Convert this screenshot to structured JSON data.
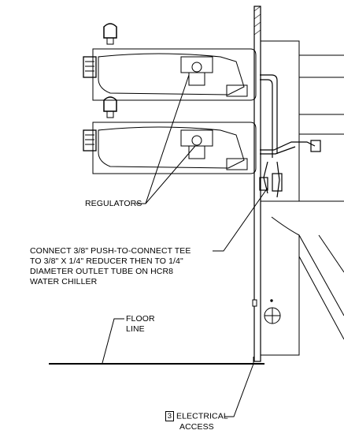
{
  "callouts": {
    "regulators": "REGULATORS",
    "connect_tee": [
      "CONNECT 3/8\" PUSH-TO-CONNECT TEE",
      "TO 3/8\" X 1/4\" REDUCER THEN TO 1/4\"",
      "DIAMETER OUTLET TUBE ON HCR8",
      "WATER CHILLER"
    ],
    "floor_line": [
      "FLOOR",
      "LINE"
    ],
    "electrical_access": {
      "number": "3",
      "line1": "ELECTRICAL",
      "line2": "ACCESS"
    }
  }
}
